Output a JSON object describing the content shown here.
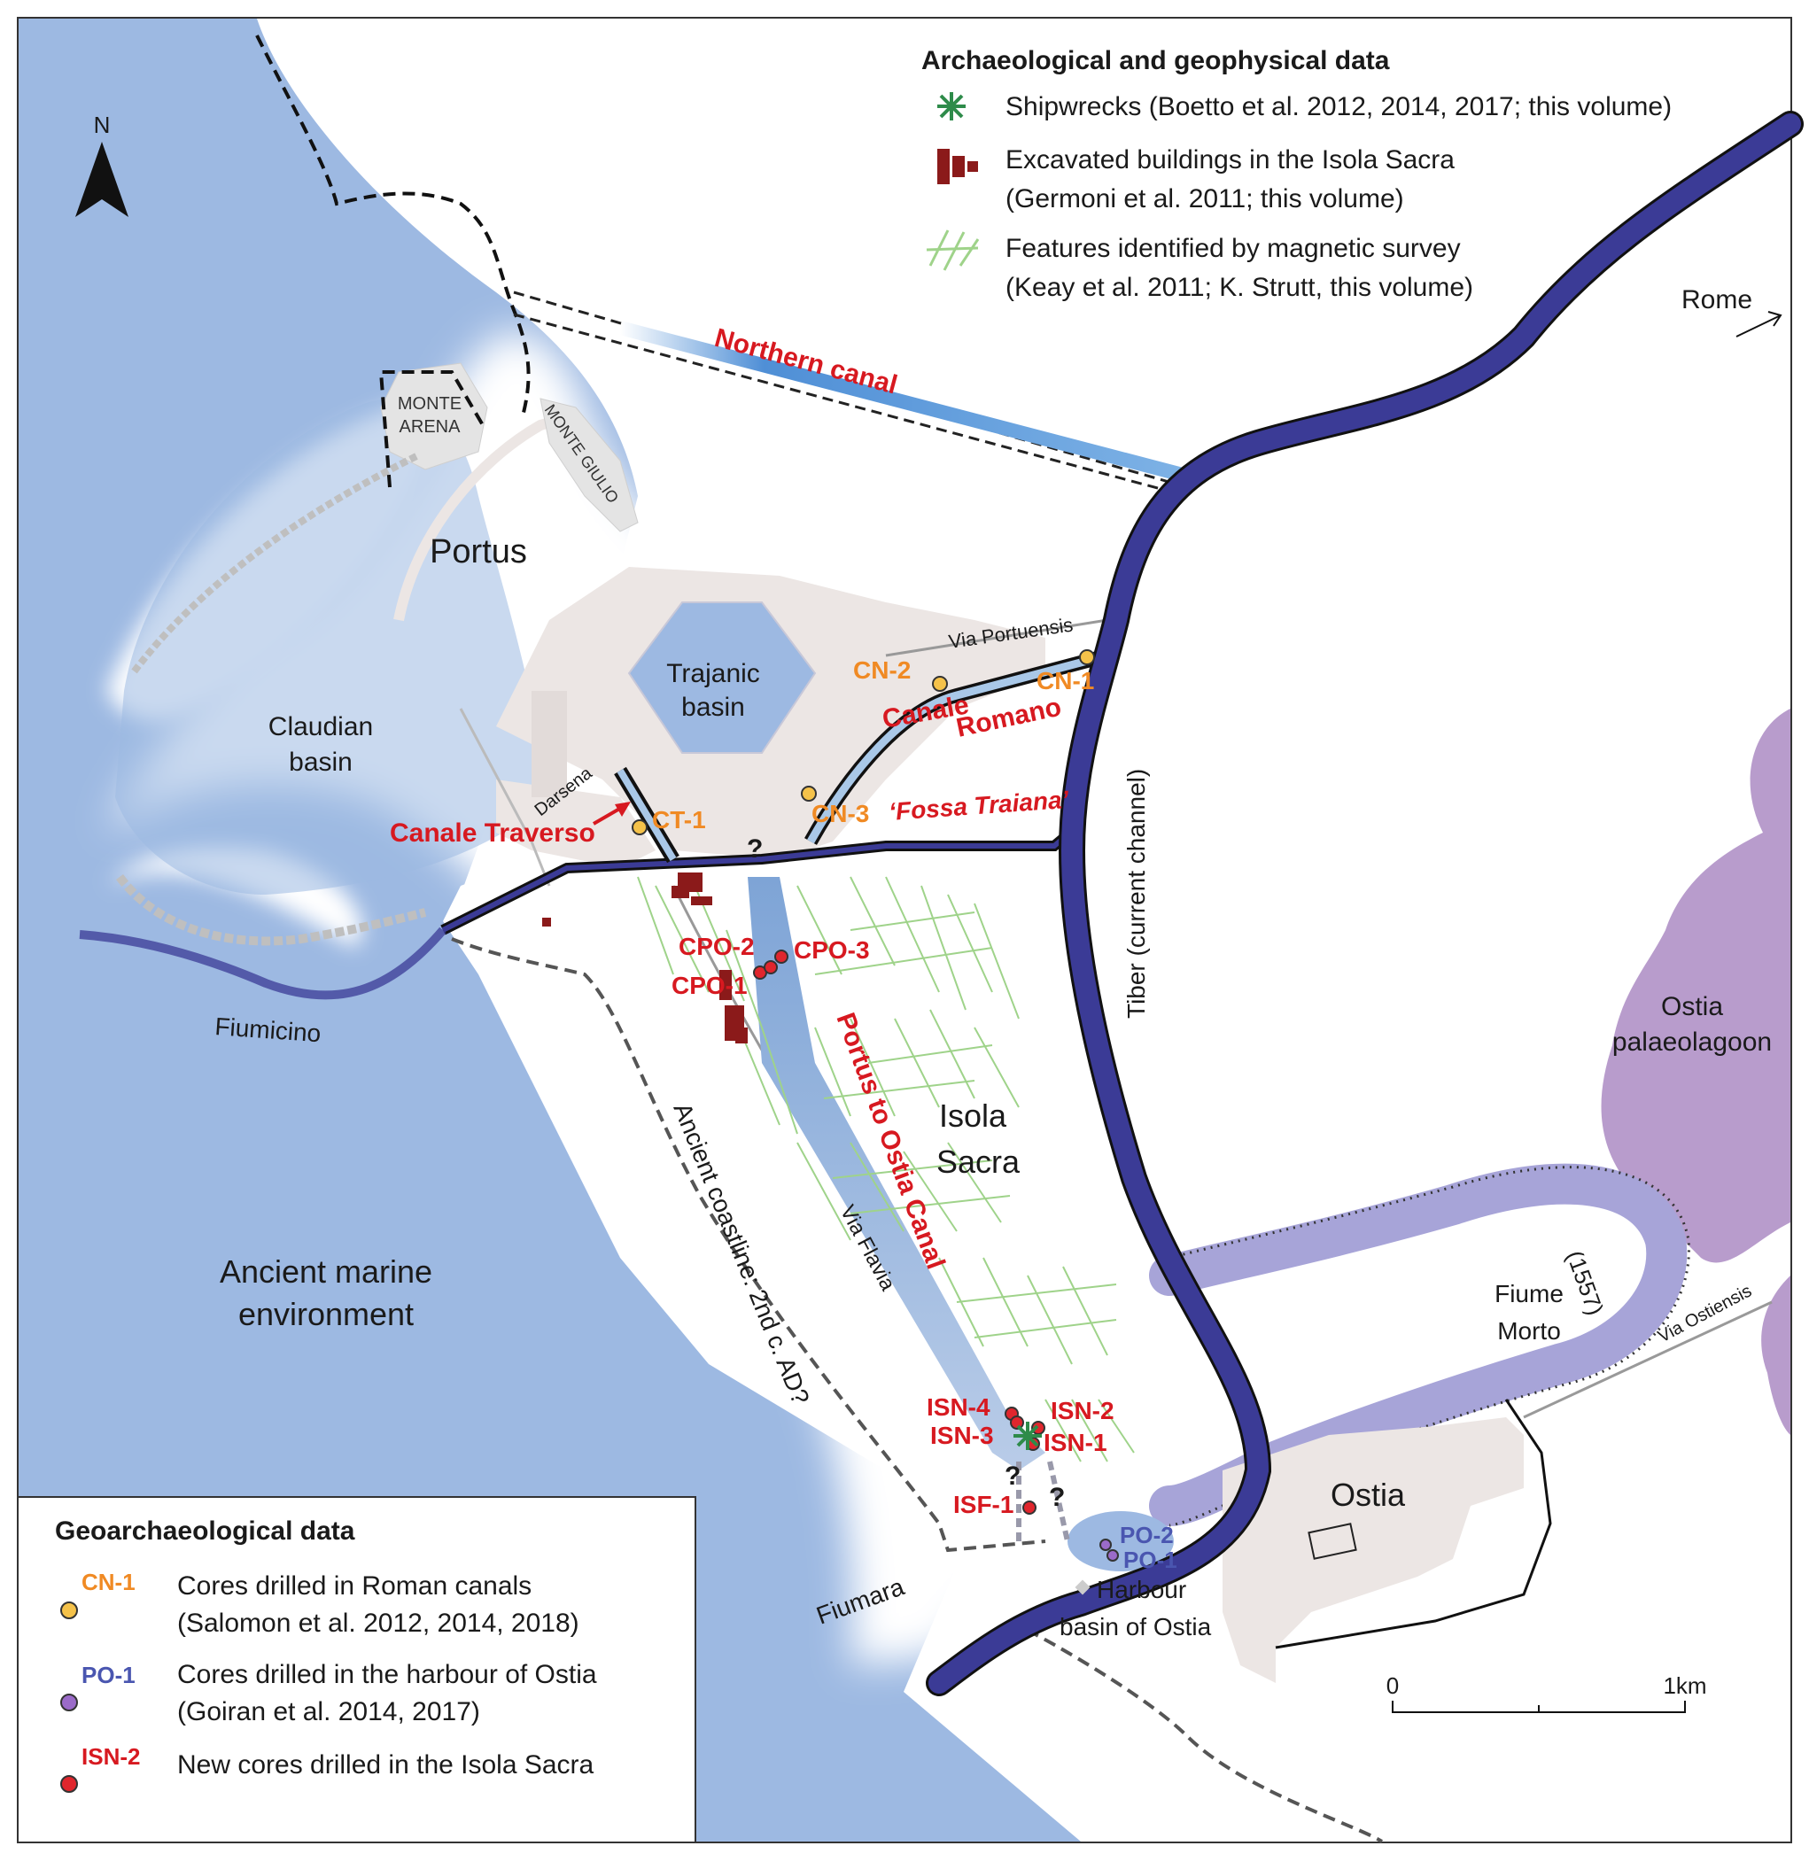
{
  "colors": {
    "sea": "#9db9e2",
    "sea_glow": "#ffffff",
    "land": "#ffffff",
    "tiber": "#3b3b96",
    "canal_fill": "#a9c8e8",
    "canal_blue": "#4f8fd6",
    "lagoon": "#b89ccc",
    "fiume_morto": "#a7a4d8",
    "buildings_grey": "#ece6e4",
    "excavated": "#8b1a1a",
    "magnetic": "#9fd38a",
    "red_label": "#d71920",
    "orange_label": "#f08a24",
    "blue_label": "#4a56b0"
  },
  "north_arrow": {
    "label": "N",
    "icon": "north-arrow-icon"
  },
  "legend_top": {
    "title": "Archaeological and geophysical data",
    "items": [
      {
        "icon": "shipwreck-icon",
        "line1": "Shipwrecks (Boetto et al. 2012, 2014, 2017; this volume)"
      },
      {
        "icon": "excavated-building-icon",
        "line1": "Excavated buildings in the Isola Sacra",
        "line2": "(Germoni et al. 2011; this volume)"
      },
      {
        "icon": "magnetic-feature-icon",
        "line1": "Features identified by magnetic survey",
        "line2": "(Keay et al. 2011; K. Strutt, this volume)"
      }
    ]
  },
  "legend_bottom": {
    "title": "Geoarchaeological data",
    "items": [
      {
        "code": "CN-1",
        "line1": "Cores drilled in Roman canals",
        "line2": "(Salomon et al. 2012, 2014, 2018)"
      },
      {
        "code": "PO-1",
        "line1": "Cores drilled in the harbour of Ostia",
        "line2": "(Goiran et al. 2014, 2017)"
      },
      {
        "code": "ISN-2",
        "line1": "New cores drilled in the Isola Sacra"
      }
    ]
  },
  "labels": {
    "rome": "Rome",
    "northern_canal": "Northern canal",
    "monte_arena_1": "MONTE",
    "monte_arena_2": "ARENA",
    "monte_giulio": "MONTE GIULIO",
    "portus": "Portus",
    "claudian_1": "Claudian",
    "claudian_2": "basin",
    "trajanic_1": "Trajanic",
    "trajanic_2": "basin",
    "darsena": "Darsena",
    "via_portuensis": "Via Portuensis",
    "canale_1": "Canale",
    "canale_2": "Romano",
    "fossa_traiana": "‘Fossa Traiana’",
    "canale_traverso": "Canale Traverso",
    "tiber": "Tiber (current channel)",
    "fiumicino": "Fiumicino",
    "portus_ostia_canal": "Portus to Ostia Canal",
    "isola_1": "Isola",
    "isola_2": "Sacra",
    "ostia_lagoon_1": "Ostia",
    "ostia_lagoon_2": "palaeolagoon",
    "ancient_marine_1": "Ancient marine",
    "ancient_marine_2": "environment",
    "ancient_coastline": "Ancient coastline: 2nd c. AD?",
    "via_flavia": "Via Flavia",
    "fiume_morto_1": "Fiume",
    "fiume_morto_2": "Morto",
    "year_1557": "(1557)",
    "via_ostiensis": "Via Ostiensis",
    "ostia": "Ostia",
    "harbour_1": "Harbour",
    "harbour_2": "basin of Ostia",
    "fiumara": "Fiumara",
    "question": "?"
  },
  "cores": {
    "cn1": "CN-1",
    "cn2": "CN-2",
    "cn3": "CN-3",
    "ct1": "CT-1",
    "cpo1": "CPO-1",
    "cpo2": "CPO-2",
    "cpo3": "CPO-3",
    "isn1": "ISN-1",
    "isn2": "ISN-2",
    "isn3": "ISN-3",
    "isn4": "ISN-4",
    "isf1": "ISF-1",
    "po1": "PO-1",
    "po2": "PO-2"
  },
  "scale_bar": {
    "start": "0",
    "end": "1km"
  }
}
